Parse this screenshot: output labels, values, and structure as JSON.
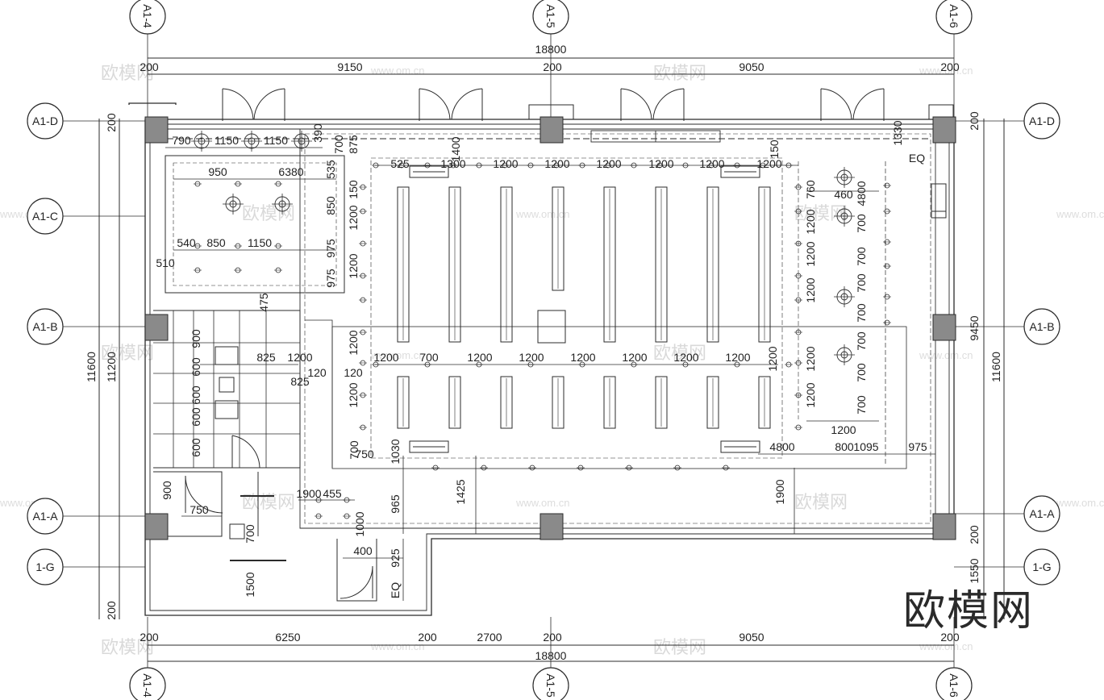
{
  "axes": {
    "top": [
      "A1-4",
      "A1-5",
      "A1-6"
    ],
    "bottom": [
      "A1-4",
      "A1-5",
      "A1-6"
    ],
    "left": [
      "A1-D",
      "A1-C",
      "A1-B",
      "A1-A",
      "1-G"
    ],
    "right": [
      "A1-D",
      "A1-B",
      "A1-A",
      "1-G"
    ]
  },
  "dims": {
    "top_total": "18800",
    "top_segments": [
      "200",
      "9150",
      "200",
      "9050",
      "200"
    ],
    "bottom_total": "18800",
    "bottom_segments": [
      "200",
      "6250",
      "200",
      "2700",
      "200",
      "9050",
      "200"
    ],
    "left_outer": "11600",
    "left_inner": "11200",
    "left_top": "200",
    "left_bottom": "200",
    "right_outer": "11600",
    "right_inner": "9450",
    "right_top": "200",
    "right_a": "200",
    "right_g": "1550"
  },
  "interior_dims": [
    "790",
    "1150",
    "1150",
    "390",
    "700",
    "875",
    "950",
    "6380",
    "535",
    "540",
    "850",
    "1150",
    "850",
    "975",
    "975",
    "510",
    "475",
    "525",
    "1300",
    "1200",
    "1200",
    "1200",
    "1200",
    "1200",
    "1200",
    "1400",
    "150",
    "150",
    "1200",
    "1200",
    "1200",
    "1200",
    "1200",
    "700",
    "1200",
    "1200",
    "1200",
    "1200",
    "1200",
    "1200",
    "1200",
    "825",
    "1200",
    "120",
    "825",
    "120",
    "900",
    "600",
    "600",
    "600",
    "600",
    "900",
    "750",
    "1030",
    "965",
    "1425",
    "1900",
    "1900",
    "455",
    "700",
    "750",
    "700",
    "1500",
    "1000",
    "400",
    "925",
    "EQ",
    "EQ",
    "1330",
    "460",
    "4800",
    "700",
    "700",
    "700",
    "700",
    "700",
    "700",
    "700",
    "760",
    "1200",
    "1200",
    "1200",
    "1200",
    "1200",
    "1200",
    "4800",
    "800",
    "1095",
    "975",
    "1330"
  ],
  "watermarks": {
    "cn": "欧模网",
    "url": "www.om.cn",
    "brand": "欧模网"
  },
  "colors": {
    "line": "#2b2b2b",
    "column": "#8a8a8a",
    "watermark": "#d9d9d9"
  }
}
